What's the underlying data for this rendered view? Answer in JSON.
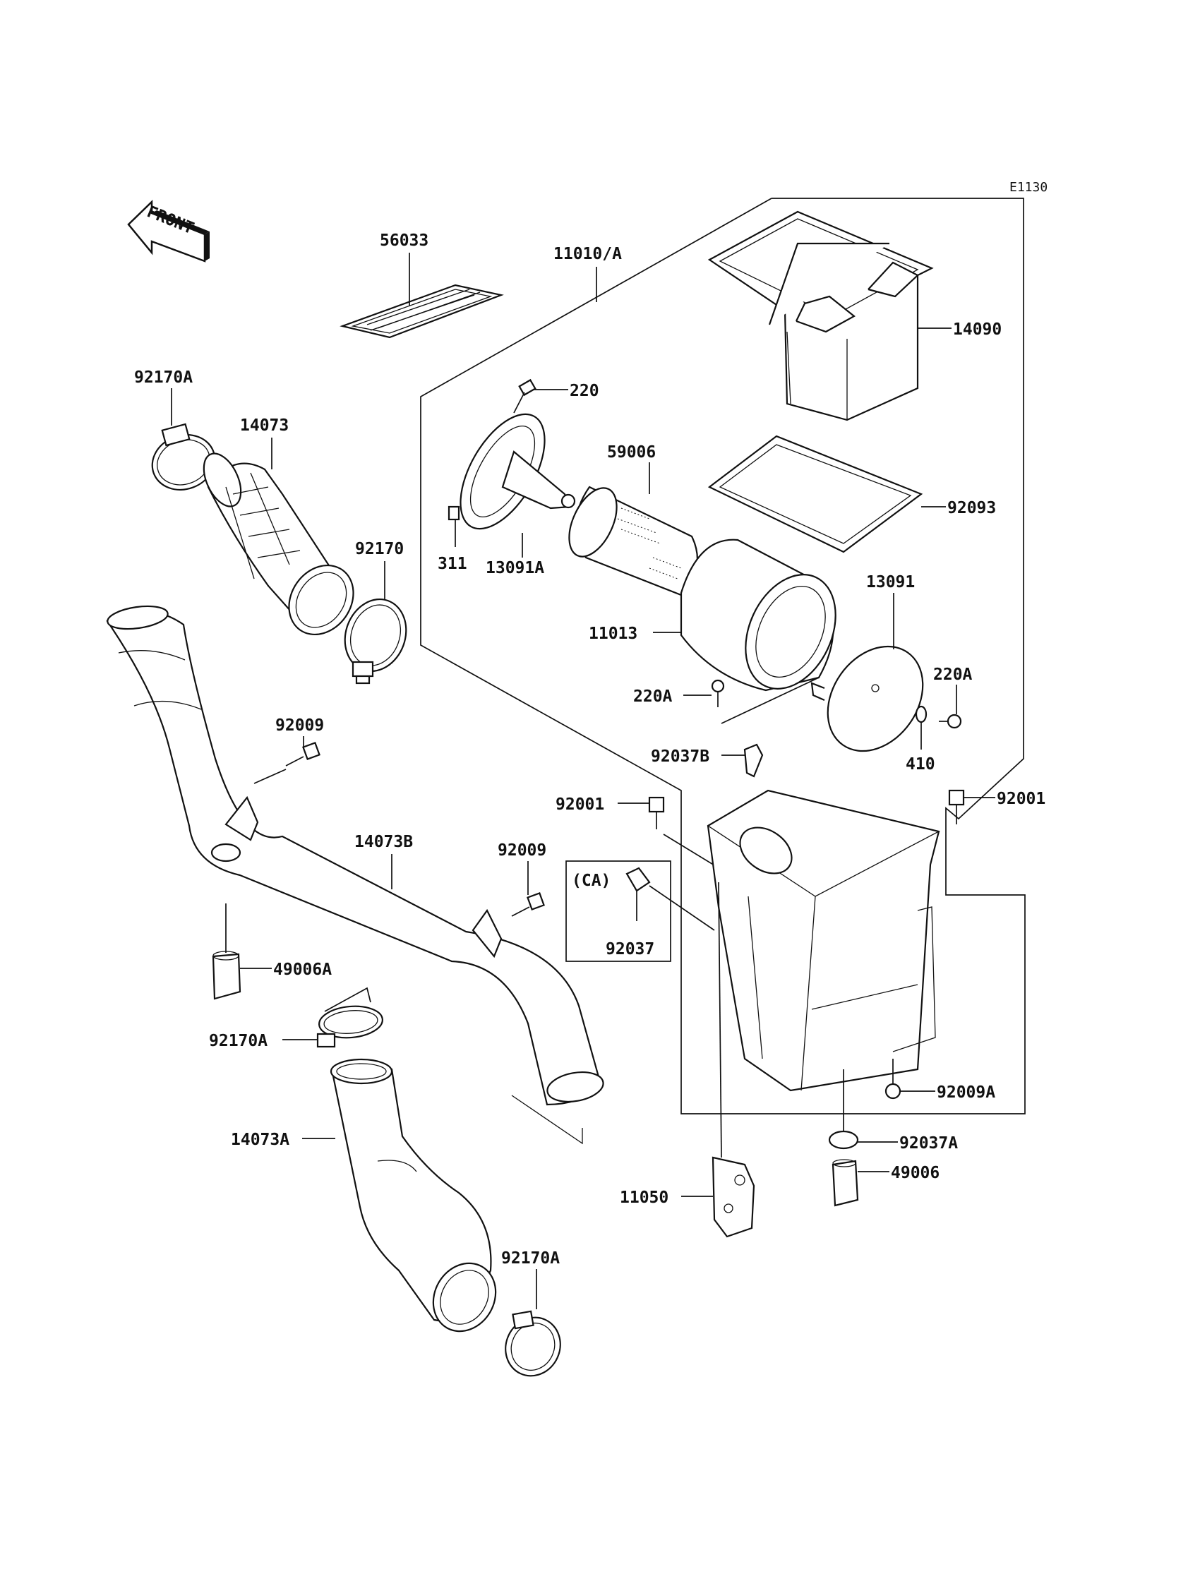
{
  "diagram": {
    "ref_code": "E1130",
    "front_label": "FRONT",
    "ca_label": "(CA)",
    "colors": {
      "ink": "#111111",
      "paper": "#ffffff"
    },
    "parts": [
      {
        "id": "p56033",
        "label": "56033"
      },
      {
        "id": "p11010",
        "label": "11010/A"
      },
      {
        "id": "p14090",
        "label": "14090"
      },
      {
        "id": "p220",
        "label": "220"
      },
      {
        "id": "p59006",
        "label": "59006"
      },
      {
        "id": "p92093",
        "label": "92093"
      },
      {
        "id": "p311",
        "label": "311"
      },
      {
        "id": "p13091A",
        "label": "13091A"
      },
      {
        "id": "p13091",
        "label": "13091"
      },
      {
        "id": "p11013",
        "label": "11013"
      },
      {
        "id": "p220A_l",
        "label": "220A"
      },
      {
        "id": "p220A_r",
        "label": "220A"
      },
      {
        "id": "p410",
        "label": "410"
      },
      {
        "id": "p92170A_t",
        "label": "92170A"
      },
      {
        "id": "p14073",
        "label": "14073"
      },
      {
        "id": "p92170",
        "label": "92170"
      },
      {
        "id": "p92009_l",
        "label": "92009"
      },
      {
        "id": "p92037B",
        "label": "92037B"
      },
      {
        "id": "p92001_l",
        "label": "92001"
      },
      {
        "id": "p92001_r",
        "label": "92001"
      },
      {
        "id": "p14073B",
        "label": "14073B"
      },
      {
        "id": "p92009_m",
        "label": "92009"
      },
      {
        "id": "p92037",
        "label": "92037"
      },
      {
        "id": "p49006A",
        "label": "49006A"
      },
      {
        "id": "p92170A_m",
        "label": "92170A"
      },
      {
        "id": "p92009A",
        "label": "92009A"
      },
      {
        "id": "p14073A",
        "label": "14073A"
      },
      {
        "id": "p92037A",
        "label": "92037A"
      },
      {
        "id": "p49006",
        "label": "49006"
      },
      {
        "id": "p11050",
        "label": "11050"
      },
      {
        "id": "p92170A_b",
        "label": "92170A"
      }
    ]
  }
}
